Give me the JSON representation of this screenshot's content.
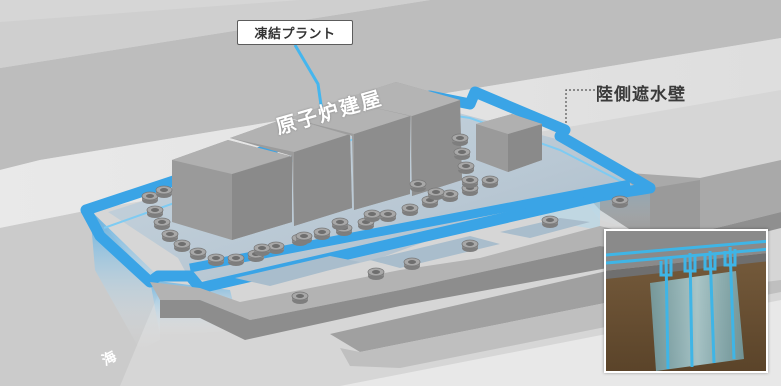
{
  "labels": {
    "freeze_plant": "凍結プラント",
    "land_side_wall": "陸側遮水壁",
    "reactor_buildings": "原子炉建屋",
    "sea": "海"
  },
  "colors": {
    "frozen_wall": "#3aa4e6",
    "frozen_glow": "#9fd9f5",
    "concrete": "#a3a3a3",
    "ground": "#d9d9d9",
    "soil": "#6b5236"
  },
  "icons": {
    "wells": "well-icon",
    "freeze_pipes": "freeze-pipe-icon"
  }
}
